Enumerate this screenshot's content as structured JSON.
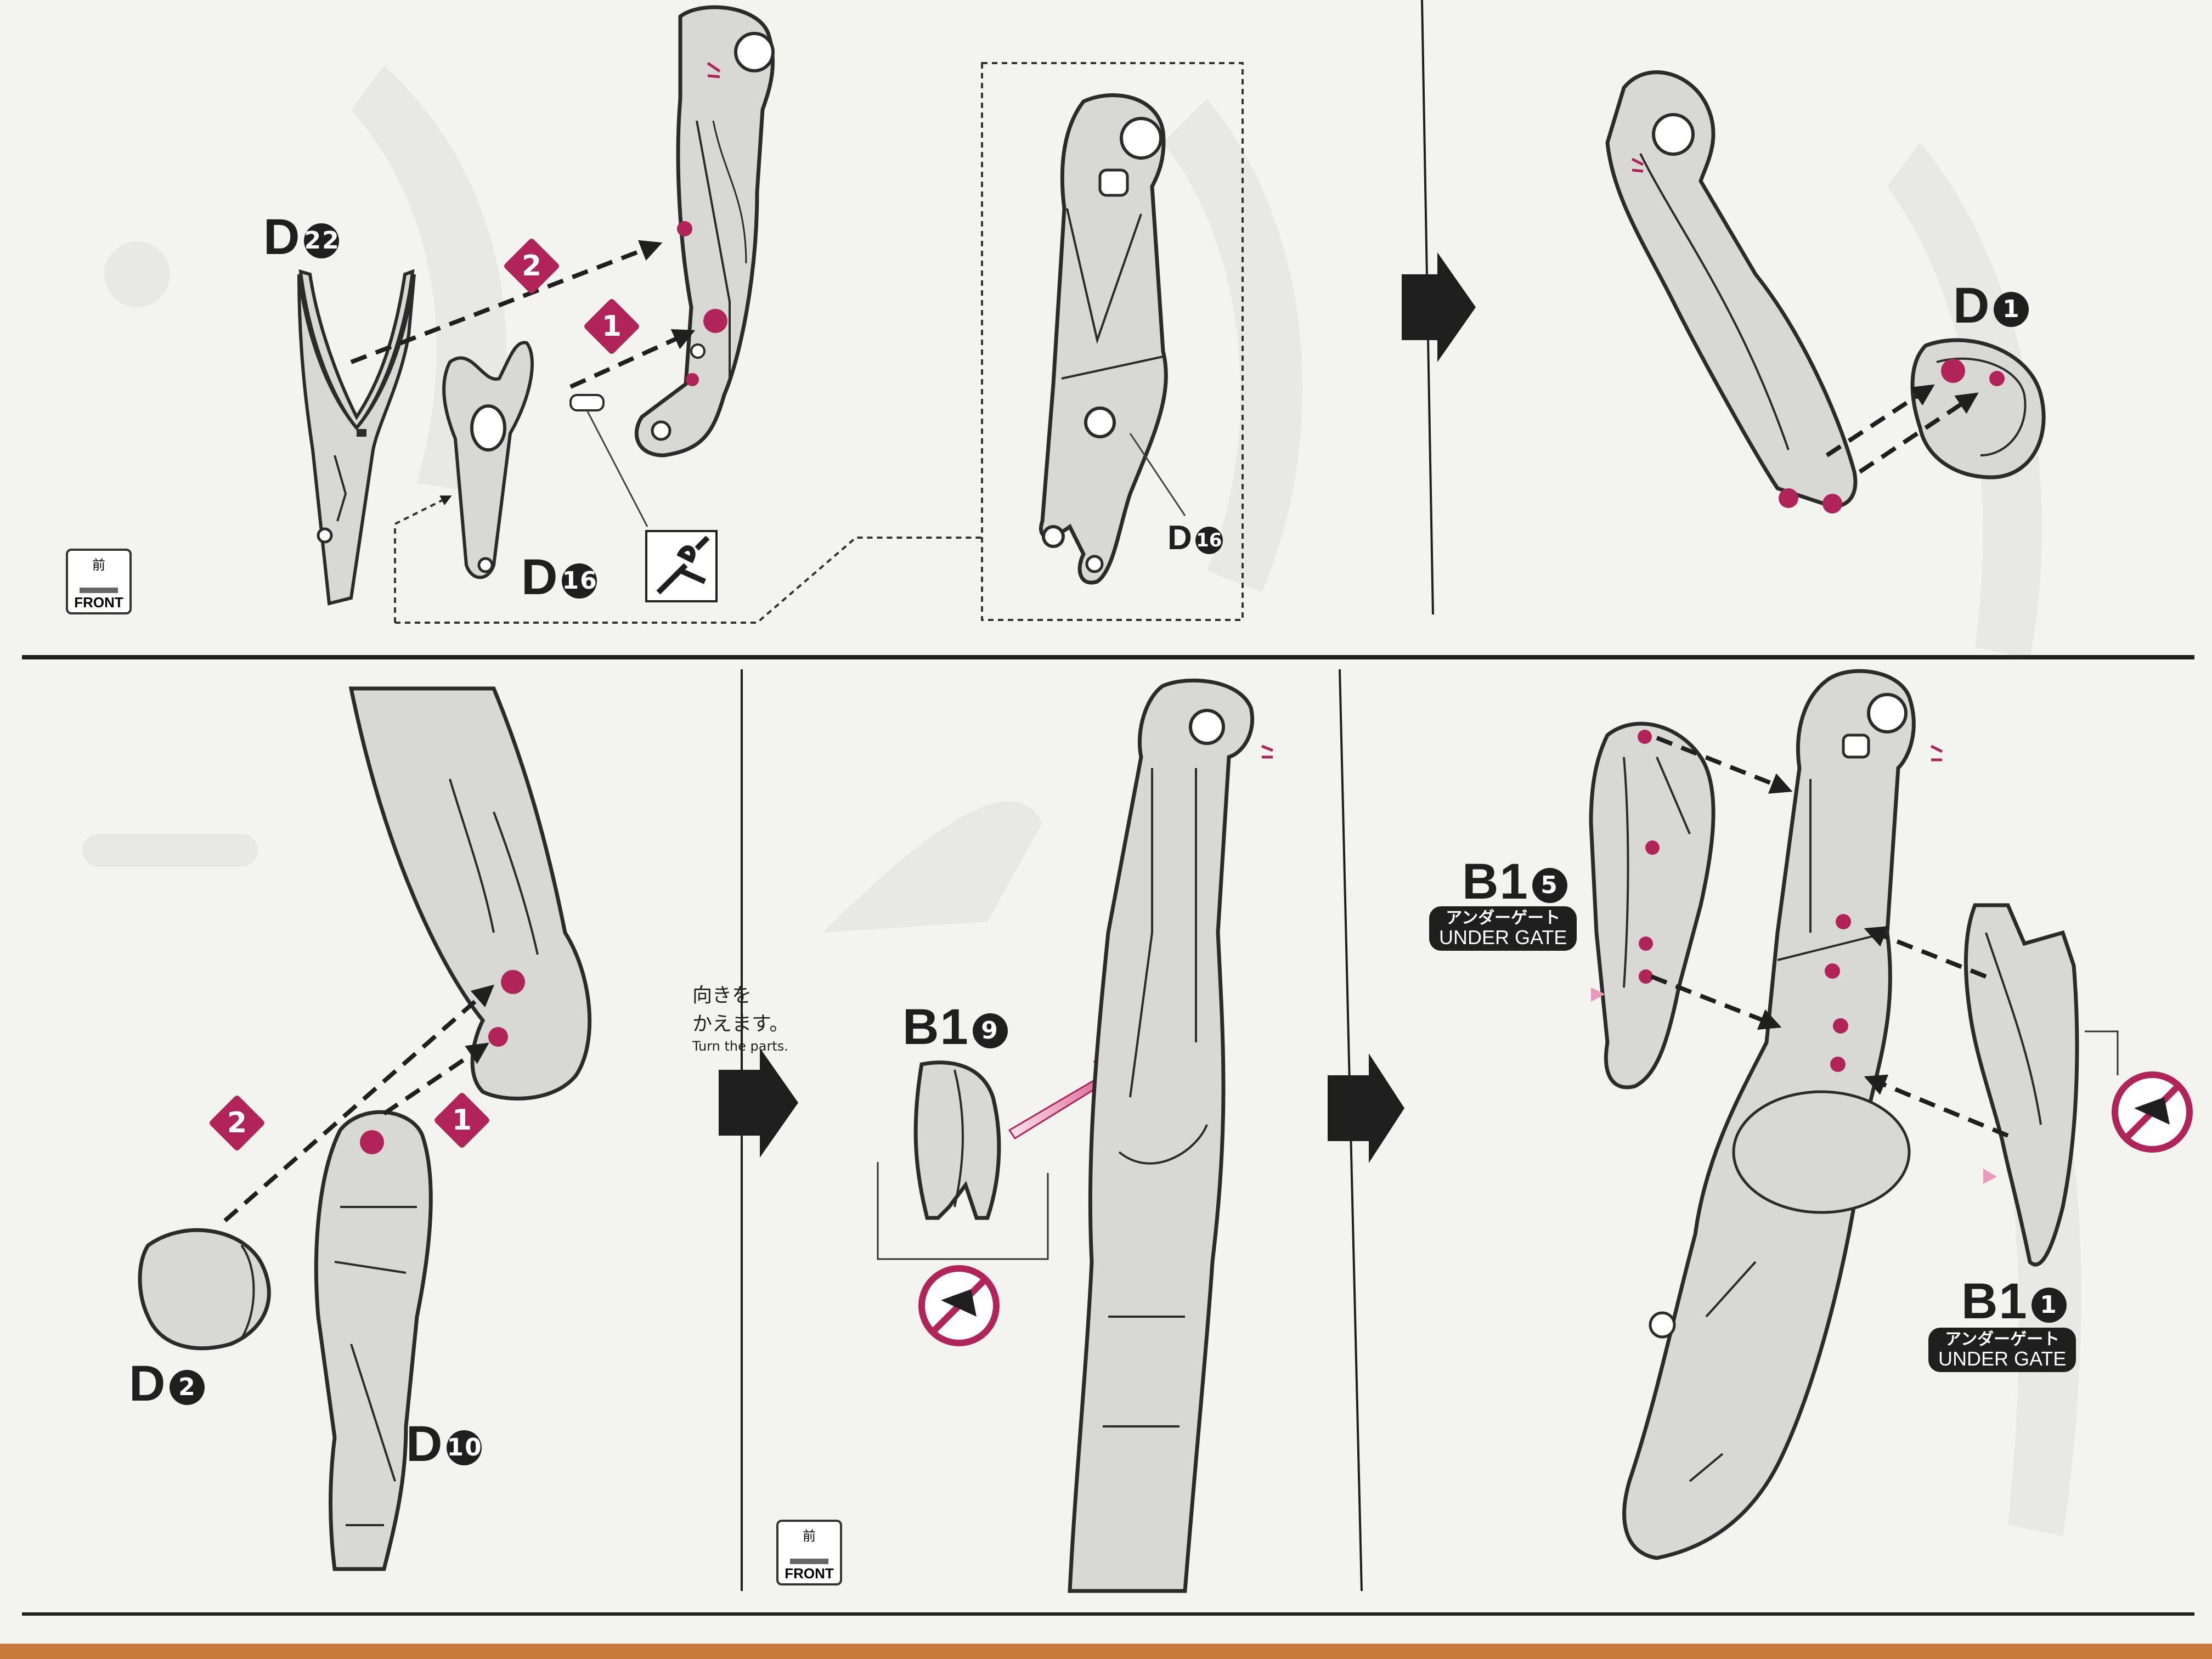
{
  "panels": {
    "top_left": {
      "part_d22": {
        "letter": "D",
        "num": "22"
      },
      "part_d16": {
        "letter": "D",
        "num": "16"
      },
      "step1": "1",
      "step2": "2",
      "front": {
        "jp": "前",
        "en": "FRONT"
      }
    },
    "top_inset": {
      "part_d16": {
        "letter": "D",
        "num": "16"
      }
    },
    "top_right": {
      "part_d1": {
        "letter": "D",
        "num": "1"
      }
    },
    "bottom_left": {
      "part_d2": {
        "letter": "D",
        "num": "2"
      },
      "part_d10": {
        "letter": "D",
        "num": "10"
      },
      "step1": "1",
      "step2": "2"
    },
    "bottom_middle": {
      "turn_jp_line1": "向きを",
      "turn_jp_line2": "かえます。",
      "turn_en": "Turn the parts.",
      "part_b19": {
        "letter": "B1",
        "num": "9"
      },
      "front": {
        "jp": "前",
        "en": "FRONT"
      }
    },
    "bottom_right": {
      "part_b15": {
        "letter": "B1",
        "num": "5"
      },
      "part_b11": {
        "letter": "B1",
        "num": "1"
      },
      "gate_jp": "アンダーゲート",
      "gate_en": "UNDER GATE"
    }
  },
  "colors": {
    "accent": "#b0245a",
    "ink": "#1f1f1f",
    "part_fill": "#d8d8d4",
    "background": "#f3f3f0"
  },
  "icons": [
    "nipper-icon",
    "no-nipper-icon",
    "arrow-right-icon",
    "front-icon"
  ]
}
